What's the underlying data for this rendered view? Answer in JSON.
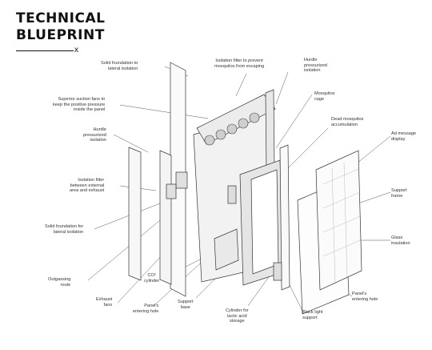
{
  "header": {
    "line1": "TECHNICAL",
    "line2": "BLUEPRINT",
    "close_glyph": "x"
  },
  "labels": {
    "solid_foundation_top": "Solid foundation to\nlateral isolation",
    "isolation_filter_prevent": "Isolation filter to prevent\nmosquitos from escaping",
    "hurdle_pressurized_top": "Hurdle\npressurized\nisolation",
    "superior_fans": "Superior suction fans to\nkeep the positive pressure\ninside the panel",
    "mosquitos_cage": "Mosquitos\ncage",
    "hurdle_pressurized_left": "Hurdle\npressurized\nisolation",
    "dead_mosquitos": "Dead mosquitos\naccumulation",
    "ad_message": "Ad message\ndisplay",
    "isolation_filter_between": "Isolation filter\nbetween external\narea and exhaust",
    "support_frame": "Support\nframe",
    "solid_foundation_bottom": "Solid foundation for\nlateral isolation",
    "glass_insulation": "Glass\ninsulation",
    "outgassing_route": "Outgassing\nroute",
    "co2_cylinder": "CO²\ncylinder",
    "panel_entering_right": "Panel's\nentering hole",
    "exhaust_fans": "Exhaust\nfans",
    "panel_entering_left": "Panel's\nentering hole",
    "support_base": "Support\nbase",
    "cylinder_lactic": "Cylinder for\nlactic acid\nstorage",
    "black_light": "Black light\nsupport"
  },
  "colors": {
    "ink": "#222222",
    "line": "#333333",
    "panel_fill": "#f2f2f2",
    "dark": "#555555"
  }
}
